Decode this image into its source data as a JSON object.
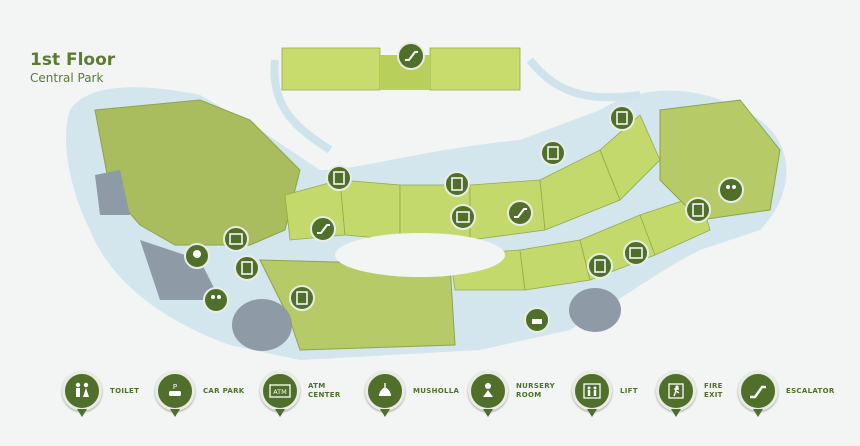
{
  "header": {
    "title": "1st Floor",
    "subtitle": "Central Park"
  },
  "colors": {
    "accent": "#4f6f2a",
    "shop": "#c3d96b",
    "big_unit": "#aabf60",
    "water": "#cfe3ec",
    "parking": "#8e9aa6"
  },
  "legend": [
    {
      "icon": "toilet-icon",
      "lines": [
        "TOILET"
      ]
    },
    {
      "icon": "car-park-icon",
      "lines": [
        "CAR PARK"
      ]
    },
    {
      "icon": "atm-icon",
      "lines": [
        "ATM",
        "CENTER"
      ],
      "badge": "ATM"
    },
    {
      "icon": "musholla-icon",
      "lines": [
        "MUSHOLLA"
      ]
    },
    {
      "icon": "nursery-icon",
      "lines": [
        "NURSERY",
        "ROOM"
      ]
    },
    {
      "icon": "lift-icon",
      "lines": [
        "LIFT"
      ]
    },
    {
      "icon": "fire-exit-icon",
      "lines": [
        "FIRE",
        "EXIT"
      ]
    },
    {
      "icon": "escalator-icon",
      "lines": [
        "ESCALATOR"
      ]
    }
  ]
}
